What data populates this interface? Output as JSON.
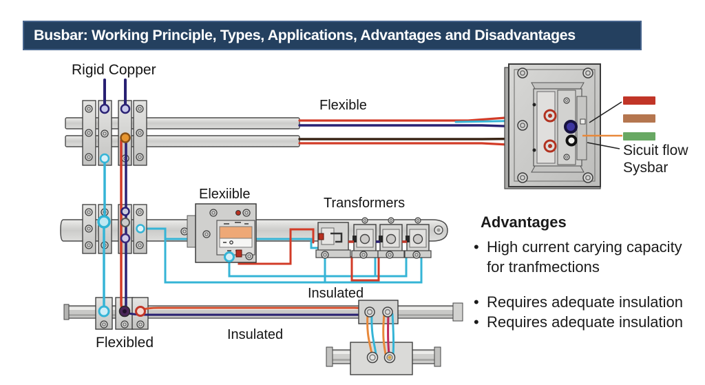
{
  "title": "Busbar: Working Principle, Types, Applications, Advantages and Disadvantages",
  "labels": {
    "rigid_copper": "Rigid Copper",
    "flexible": "Flexible",
    "elexiible": "Elexiible",
    "transformers": "Transformers",
    "insulated_top": "Insulated",
    "insulated_bottom": "Insulated",
    "flexibled": "Flexibled"
  },
  "legend": {
    "caption_line1": "Sicuit flow",
    "caption_line2": "Sysbar",
    "colors": [
      "#c13527",
      "#b5764f",
      "#68a863"
    ]
  },
  "advantages": {
    "heading": "Advantages",
    "bullets": [
      "High current carying capacity for tranfmections",
      "Requires adequate insulation",
      "Requires adequate insulation"
    ]
  },
  "wire_colors": {
    "red": "#d23b27",
    "orange_red": "#d8502e",
    "dark_blue": "#292173",
    "cyan": "#35b4d6",
    "brown": "#3a2516",
    "orange": "#e8883a",
    "crimson": "#c02858"
  }
}
